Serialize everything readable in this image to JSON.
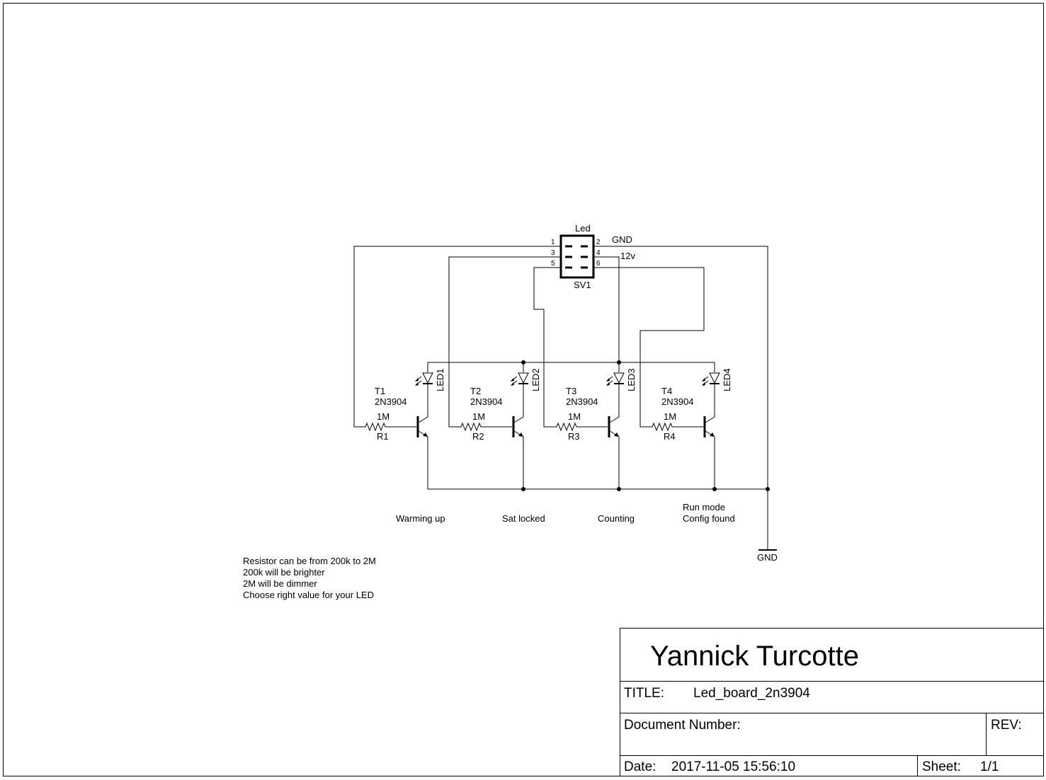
{
  "connector": {
    "name": "Led",
    "ref": "SV1",
    "pins": [
      "1",
      "2",
      "3",
      "4",
      "5",
      "6"
    ],
    "net_gnd": "GND",
    "net_12v": "12v"
  },
  "channels": [
    {
      "t_name": "T1",
      "t_value": "2N3904",
      "r_name": "R1",
      "r_value": "1M",
      "led": "LED1",
      "label": [
        "Warming up"
      ]
    },
    {
      "t_name": "T2",
      "t_value": "2N3904",
      "r_name": "R2",
      "r_value": "1M",
      "led": "LED2",
      "label": [
        "Sat locked"
      ]
    },
    {
      "t_name": "T3",
      "t_value": "2N3904",
      "r_name": "R3",
      "r_value": "1M",
      "led": "LED3",
      "label": [
        "Counting"
      ]
    },
    {
      "t_name": "T4",
      "t_value": "2N3904",
      "r_name": "R4",
      "r_value": "1M",
      "led": "LED4",
      "label": [
        "Run mode",
        "Config found"
      ]
    }
  ],
  "gnd_symbol": "GND",
  "notes": [
    "Resistor can be from 200k to 2M",
    "200k will be brighter",
    "2M will be dimmer",
    "Choose right value for your LED"
  ],
  "title_block": {
    "author": "Yannick Turcotte",
    "title_label": "TITLE:",
    "title_value": "Led_board_2n3904",
    "doc_number_label": "Document Number:",
    "rev_label": "REV:",
    "date_label": "Date:",
    "date_value": "2017-11-05 15:56:10",
    "sheet_label": "Sheet:",
    "sheet_value": "1/1"
  }
}
